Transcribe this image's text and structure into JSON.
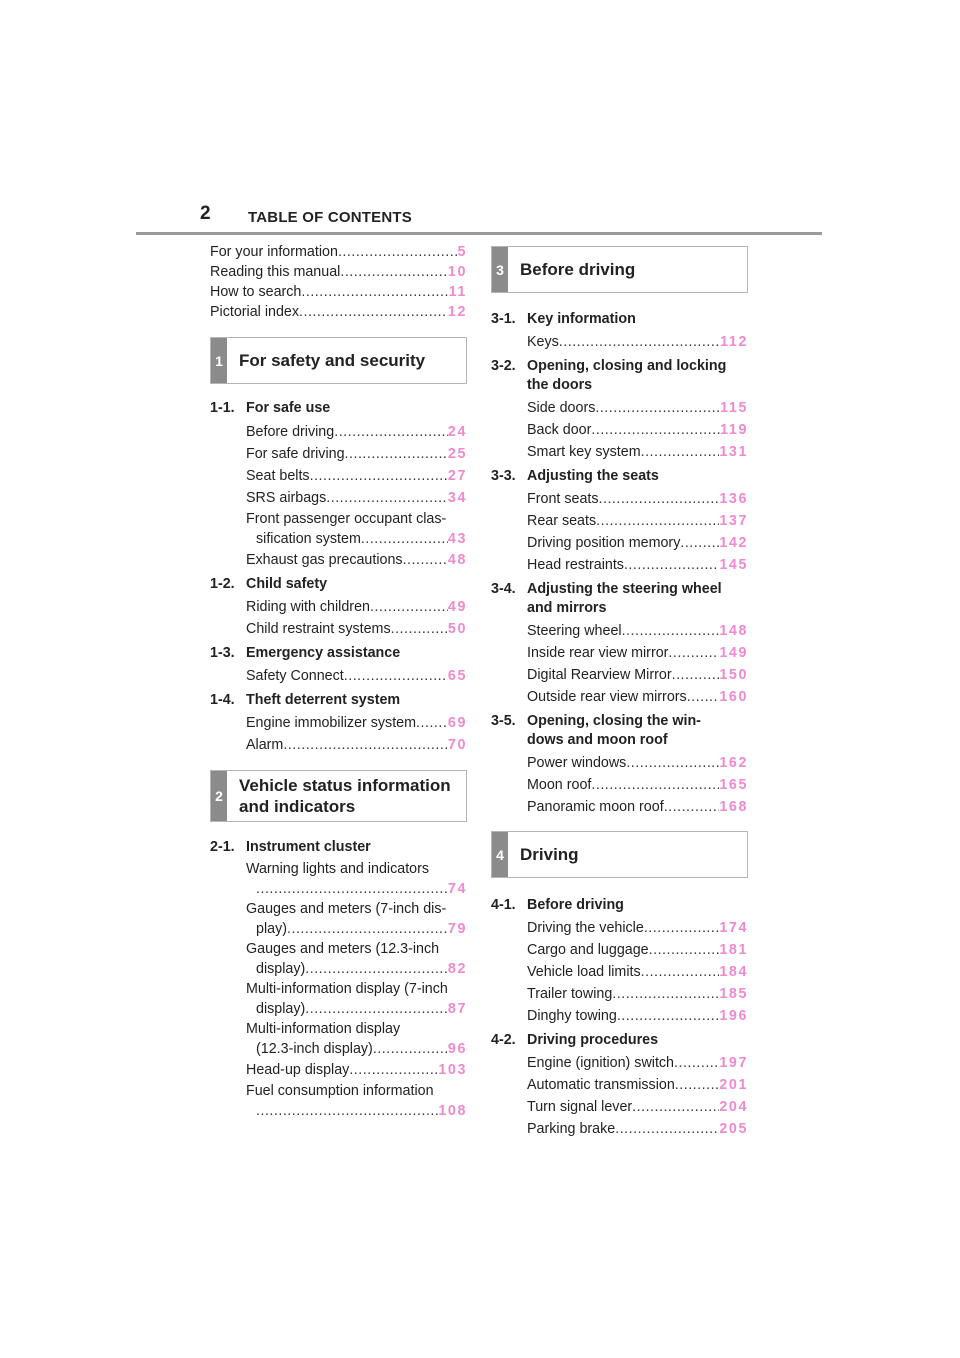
{
  "header": {
    "page_number": "2",
    "title": "TABLE OF CONTENTS"
  },
  "col1": {
    "top_entries": [
      {
        "title": "For your information",
        "page": "5"
      },
      {
        "title": "Reading this manual",
        "page": "10"
      },
      {
        "title": "How to search",
        "page": "11"
      },
      {
        "title": "Pictorial index",
        "page": "12"
      }
    ],
    "chapter1": {
      "number": "1",
      "title": "For safety and security"
    },
    "ch1": {
      "s1": {
        "number": "1-1.",
        "title": "For safe use"
      },
      "s1_items": [
        {
          "title": "Before driving",
          "page": "24"
        },
        {
          "title": "For safe driving",
          "page": "25"
        },
        {
          "title": "Seat belts",
          "page": "27"
        },
        {
          "title": "SRS airbags",
          "page": "34"
        }
      ],
      "s1_fpos_line1": "Front passenger occupant clas-",
      "s1_fpos_line2": "sification system",
      "s1_fpos_page": "43",
      "s1_exhaust": {
        "title": "Exhaust gas precautions",
        "page": "48"
      },
      "s2": {
        "number": "1-2.",
        "title": "Child safety"
      },
      "s2_items": [
        {
          "title": "Riding with children",
          "page": "49"
        },
        {
          "title": "Child restraint systems",
          "page": "50"
        }
      ],
      "s3": {
        "number": "1-3.",
        "title": "Emergency assistance"
      },
      "s3_items": [
        {
          "title": "Safety Connect",
          "page": "65"
        }
      ],
      "s4": {
        "number": "1-4.",
        "title": "Theft deterrent system"
      },
      "s4_items": [
        {
          "title": "Engine immobilizer system",
          "page": "69"
        },
        {
          "title": "Alarm",
          "page": "70"
        }
      ]
    },
    "chapter2": {
      "number": "2",
      "title_line1": "Vehicle status information",
      "title_line2": "and indicators"
    },
    "ch2": {
      "s1": {
        "number": "2-1.",
        "title": "Instrument cluster"
      },
      "warn_line1": "Warning lights and indicators",
      "warn_page": "74",
      "g7_line1": "Gauges and meters (7-inch dis-",
      "g7_line2": "play)",
      "g7_page": "79",
      "g12_line1": "Gauges and meters (12.3-inch",
      "g12_line2": "display)",
      "g12_page": "82",
      "mid7_line1": "Multi-information display (7-inch",
      "mid7_line2": "display)",
      "mid7_page": "87",
      "mid12_line1": "Multi-information display",
      "mid12_line2": "(12.3-inch display)",
      "mid12_page": "96",
      "hud": {
        "title": "Head-up display",
        "page": "103"
      },
      "fuel_line1": "Fuel consumption information",
      "fuel_page": "108"
    }
  },
  "col2": {
    "chapter3": {
      "number": "3",
      "title": "Before driving"
    },
    "ch3": {
      "s1": {
        "number": "3-1.",
        "title": "Key information"
      },
      "s1_items": [
        {
          "title": "Keys",
          "page": "112"
        }
      ],
      "s2": {
        "number": "3-2.",
        "title_line1": "Opening, closing and locking",
        "title_line2": "the doors"
      },
      "s2_items": [
        {
          "title": "Side doors",
          "page": "115"
        },
        {
          "title": "Back door",
          "page": "119"
        },
        {
          "title": "Smart key system",
          "page": "131"
        }
      ],
      "s3": {
        "number": "3-3.",
        "title": "Adjusting the seats"
      },
      "s3_items": [
        {
          "title": "Front seats",
          "page": "136"
        },
        {
          "title": "Rear seats",
          "page": "137"
        },
        {
          "title": "Driving position memory",
          "page": "142"
        },
        {
          "title": "Head restraints",
          "page": "145"
        }
      ],
      "s4": {
        "number": "3-4.",
        "title_line1": "Adjusting the steering wheel",
        "title_line2": "and mirrors"
      },
      "s4_items": [
        {
          "title": "Steering wheel",
          "page": "148"
        },
        {
          "title": "Inside rear view mirror",
          "page": "149"
        },
        {
          "title": "Digital Rearview Mirror",
          "page": "150"
        },
        {
          "title": "Outside rear view mirrors",
          "page": "160"
        }
      ],
      "s5": {
        "number": "3-5.",
        "title_line1": "Opening, closing the win-",
        "title_line2": "dows and moon roof"
      },
      "s5_items": [
        {
          "title": "Power windows",
          "page": "162"
        },
        {
          "title": "Moon roof",
          "page": "165"
        },
        {
          "title": "Panoramic moon roof",
          "page": "168"
        }
      ]
    },
    "chapter4": {
      "number": "4",
      "title": "Driving"
    },
    "ch4": {
      "s1": {
        "number": "4-1.",
        "title": "Before driving"
      },
      "s1_items": [
        {
          "title": "Driving the vehicle",
          "page": "174"
        },
        {
          "title": "Cargo and luggage",
          "page": "181"
        },
        {
          "title": "Vehicle load limits",
          "page": "184"
        },
        {
          "title": "Trailer towing",
          "page": "185"
        },
        {
          "title": "Dinghy towing",
          "page": "196"
        }
      ],
      "s2": {
        "number": "4-2.",
        "title": "Driving procedures"
      },
      "s2_items": [
        {
          "title": "Engine (ignition) switch",
          "page": "197"
        },
        {
          "title": "Automatic transmission",
          "page": "201"
        },
        {
          "title": "Turn signal lever",
          "page": "204"
        },
        {
          "title": "Parking brake",
          "page": "205"
        }
      ]
    }
  },
  "colors": {
    "page_link": "#f08ad0",
    "chapter_tab": "#8b8b8b",
    "rule": "#9a9a9a"
  }
}
